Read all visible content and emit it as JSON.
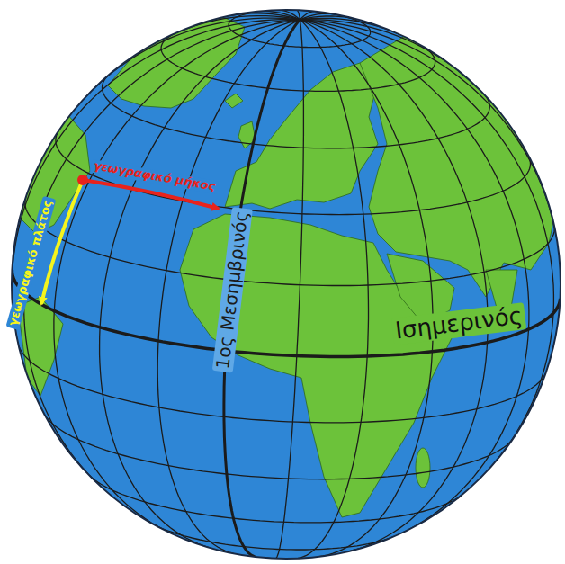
{
  "diagram": {
    "labels": [
      "γεωγραφικό μήκος",
      "γεωγραφικό πλάτος",
      "1ος Μεσημβρινός",
      "Ισημερινός"
    ]
  }
}
